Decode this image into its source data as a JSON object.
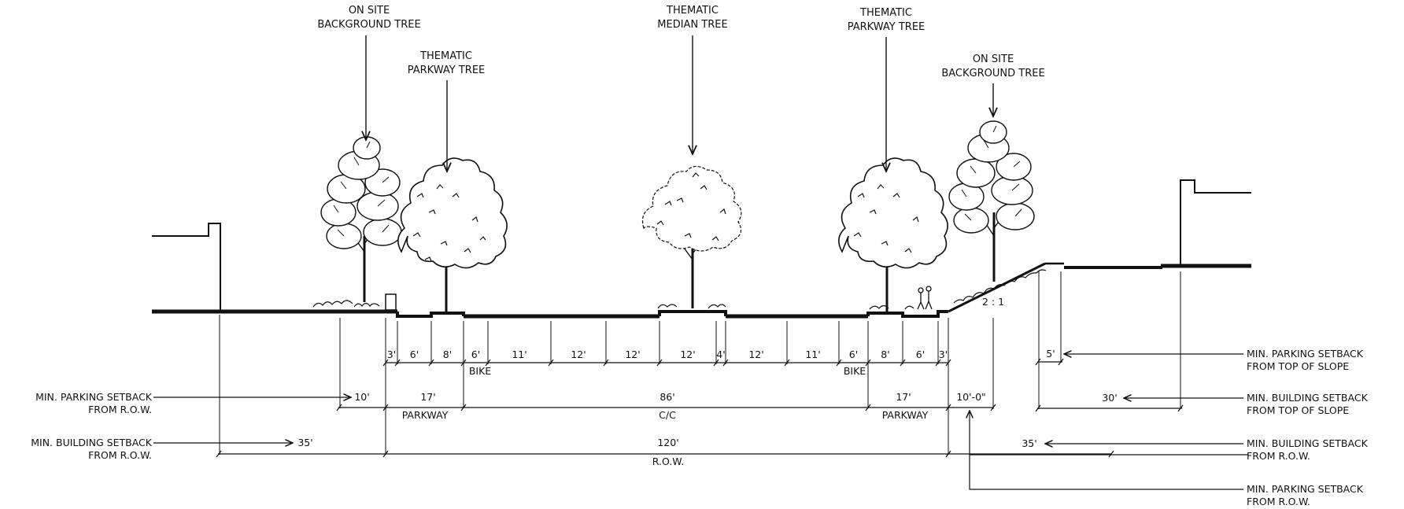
{
  "colors": {
    "ink": "#111111",
    "background": "#ffffff"
  },
  "tree_labels": [
    {
      "line1": "ON SITE",
      "line2": "BACKGROUND TREE"
    },
    {
      "line1": "THEMATIC",
      "line2": "PARKWAY TREE"
    },
    {
      "line1": "THEMATIC",
      "line2": "MEDIAN TREE"
    },
    {
      "line1": "THEMATIC",
      "line2": "PARKWAY TREE"
    },
    {
      "line1": "ON SITE",
      "line2": "BACKGROUND TREE"
    }
  ],
  "lane_dimensions": [
    "3'",
    "6'",
    "8'",
    "6'",
    "11'",
    "12'",
    "12'",
    "12'",
    "4'",
    "12'",
    "11'",
    "6'",
    "8'",
    "6'",
    "3'"
  ],
  "bike_labels": [
    "BIKE",
    "BIKE"
  ],
  "slope_label": "2 : 1",
  "section_dimensions": {
    "parking_setback_left": "10'",
    "parkway_left": "17'",
    "parkway_left_label": "PARKWAY",
    "curb_to_curb": "86'",
    "curb_to_curb_label": "C/C",
    "parkway_right": "17'",
    "parkway_right_label": "PARKWAY",
    "slope_width": "10'-0\"",
    "building_setback_left": "35'",
    "right_of_way": "120'",
    "right_of_way_label": "R.O.W.",
    "parking_setback_top_slope": "5'",
    "building_setback_top_slope": "30'",
    "building_setback_right": "35'"
  },
  "left_callouts": [
    {
      "line1": "MIN. PARKING SETBACK",
      "line2": "FROM R.O.W."
    },
    {
      "line1": "MIN. BUILDING SETBACK",
      "line2": "FROM R.O.W."
    }
  ],
  "right_callouts": [
    {
      "line1": "MIN. PARKING SETBACK",
      "line2": "FROM TOP OF SLOPE"
    },
    {
      "line1": "MIN. BUILDING SETBACK",
      "line2": "FROM TOP OF SLOPE"
    },
    {
      "line1": "MIN. BUILDING SETBACK",
      "line2": "FROM R.O.W."
    },
    {
      "line1": "MIN. PARKING SETBACK",
      "line2": "FROM R.O.W."
    }
  ]
}
